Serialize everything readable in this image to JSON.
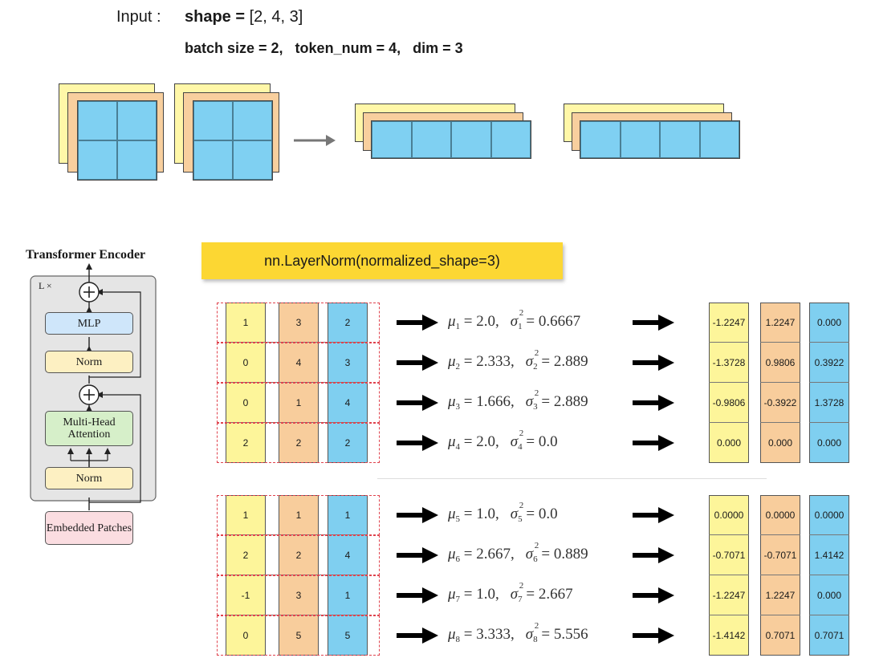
{
  "header": {
    "input_label": "Input :",
    "shape_label": "shape = ",
    "shape_value": "[2, 4, 3]",
    "batch_line": "batch size = 2,   token_num = 4,   dim = 3"
  },
  "encoder": {
    "title": "Transformer Encoder",
    "repeat": "L ×",
    "mlp": "MLP",
    "norm_top": "Norm",
    "attention": "Multi-Head Attention",
    "norm_bottom": "Norm",
    "patches": "Embedded Patches"
  },
  "layernorm_call": "nn.LayerNorm(normalized_shape=3)",
  "rows": [
    {
      "inputs": [
        "1",
        "3",
        "2"
      ],
      "mu_sub": "1",
      "mu": "2.0",
      "var": "0.6667",
      "outputs": [
        "-1.2247",
        "1.2247",
        "0.000"
      ]
    },
    {
      "inputs": [
        "0",
        "4",
        "3"
      ],
      "mu_sub": "2",
      "mu": "2.333",
      "var": "2.889",
      "outputs": [
        "-1.3728",
        "0.9806",
        "0.3922"
      ]
    },
    {
      "inputs": [
        "0",
        "1",
        "4"
      ],
      "mu_sub": "3",
      "mu": "1.666",
      "var": "2.889",
      "outputs": [
        "-0.9806",
        "-0.3922",
        "1.3728"
      ]
    },
    {
      "inputs": [
        "2",
        "2",
        "2"
      ],
      "mu_sub": "4",
      "mu": "2.0",
      "var": "0.0",
      "outputs": [
        "0.000",
        "0.000",
        "0.000"
      ]
    },
    {
      "inputs": [
        "1",
        "1",
        "1"
      ],
      "mu_sub": "5",
      "mu": "1.0",
      "var": "0.0",
      "outputs": [
        "0.0000",
        "0.0000",
        "0.0000"
      ]
    },
    {
      "inputs": [
        "2",
        "2",
        "4"
      ],
      "mu_sub": "6",
      "mu": "2.667",
      "var": "0.889",
      "outputs": [
        "-0.7071",
        "-0.7071",
        "1.4142"
      ]
    },
    {
      "inputs": [
        "-1",
        "3",
        "1"
      ],
      "mu_sub": "7",
      "mu": "1.0",
      "var": "2.667",
      "outputs": [
        "-1.2247",
        "1.2247",
        "0.000"
      ]
    },
    {
      "inputs": [
        "0",
        "5",
        "5"
      ],
      "mu_sub": "8",
      "mu": "3.333",
      "var": "5.556",
      "outputs": [
        "-1.4142",
        "0.7071",
        "0.7071"
      ]
    }
  ],
  "colors": {
    "yellow": "#fdf59a",
    "orange": "#f8cd9c",
    "blue": "#7fcff0",
    "banner": "#fcd733",
    "dash": "#e0434e"
  }
}
